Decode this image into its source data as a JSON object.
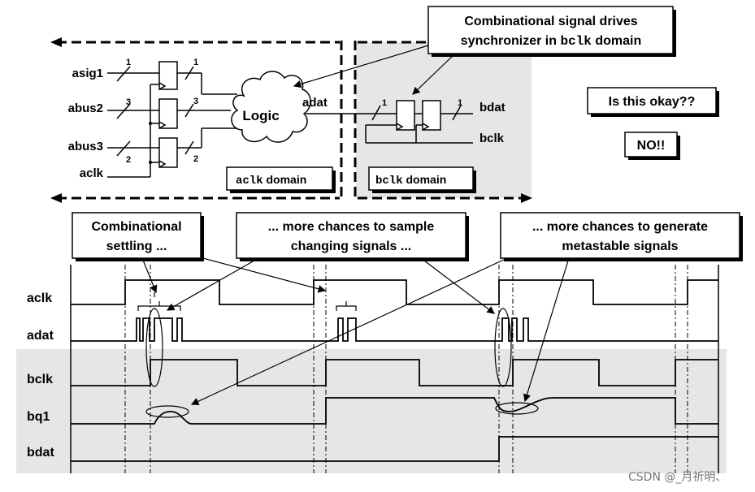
{
  "circuit": {
    "inputs": [
      "asig1",
      "abus2",
      "abus3",
      "aclk"
    ],
    "bus_widths": {
      "asig1_in": "1",
      "asig1_out": "1",
      "abus2_in": "3",
      "abus2_out": "3",
      "abus3_in": "2",
      "abus3_out": "2",
      "adat": "1",
      "bdat": "1"
    },
    "logic_label": "Logic",
    "adat_label": "adat",
    "bdat_label": "bdat",
    "bclk_label": "bclk",
    "aclk_domain_mono": "aclk",
    "aclk_domain_text": " domain",
    "bclk_domain_mono": "bclk",
    "bclk_domain_text": " domain"
  },
  "callouts": {
    "top_line1": "Combinational signal drives",
    "top_line2_pre": "synchronizer in ",
    "top_line2_mono": "bclk",
    "top_line2_post": " domain",
    "question": "Is this okay??",
    "answer": "NO!!",
    "settling_line1": "Combinational",
    "settling_line2": "settling ...",
    "sample_line1": "... more chances to sample",
    "sample_line2": "changing signals ...",
    "meta_line1": "... more chances to generate",
    "meta_line2": "metastable signals"
  },
  "waveforms": {
    "labels": [
      "aclk",
      "adat",
      "bclk",
      "bq1",
      "bdat"
    ]
  },
  "watermark": "CSDN @_月祈明、",
  "colors": {
    "bclk_domain_fill": "#e6e6e6",
    "line": "#000000"
  }
}
